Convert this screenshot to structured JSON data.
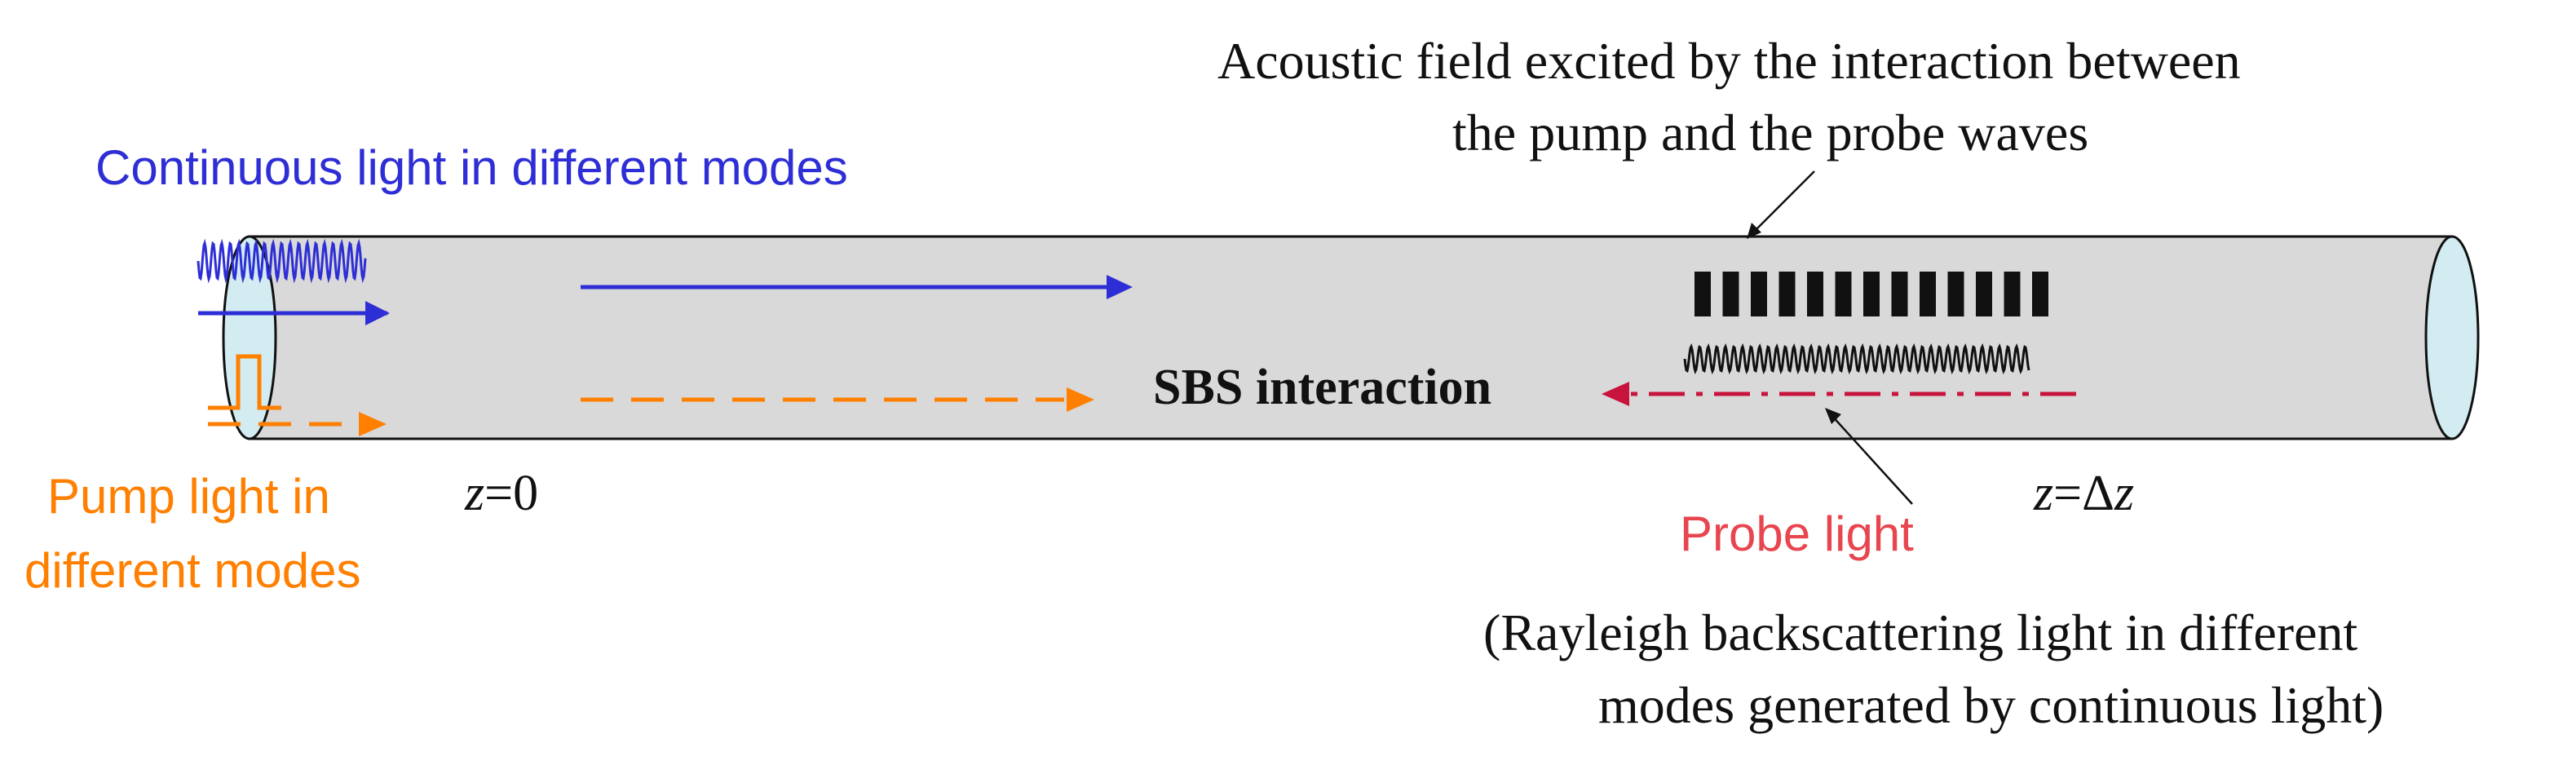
{
  "labels": {
    "continuous_light": "Continuous light in different modes",
    "pump_light_line1": "Pump light  in",
    "pump_light_line2": "different modes",
    "acoustic_line1": "Acoustic field excited by the interaction between",
    "acoustic_line2": "the pump and the probe waves",
    "sbs_interaction": "SBS interaction",
    "probe_light": "Probe light",
    "rayleigh_line1": "(Rayleigh backscattering light in different",
    "rayleigh_line2": "modes generated by continuous light)",
    "z_start_var": "z",
    "z_start_rest": "=0",
    "z_end_var": "z",
    "z_end_mid": "=Δ",
    "z_end_var2": "z"
  },
  "colors": {
    "continuous": "#2e2ed6",
    "pump": "#ff7f00",
    "probe": "#c8143c",
    "probe_text": "#e8454f",
    "fiber_body": "#d9d9d9",
    "fiber_end": "#d3ecf1",
    "dark": "#111111"
  },
  "icons": {
    "continuous_wave": "sine-wave-icon",
    "pump_pulse": "pulse-icon",
    "acoustic_grating": "grating-icon"
  }
}
